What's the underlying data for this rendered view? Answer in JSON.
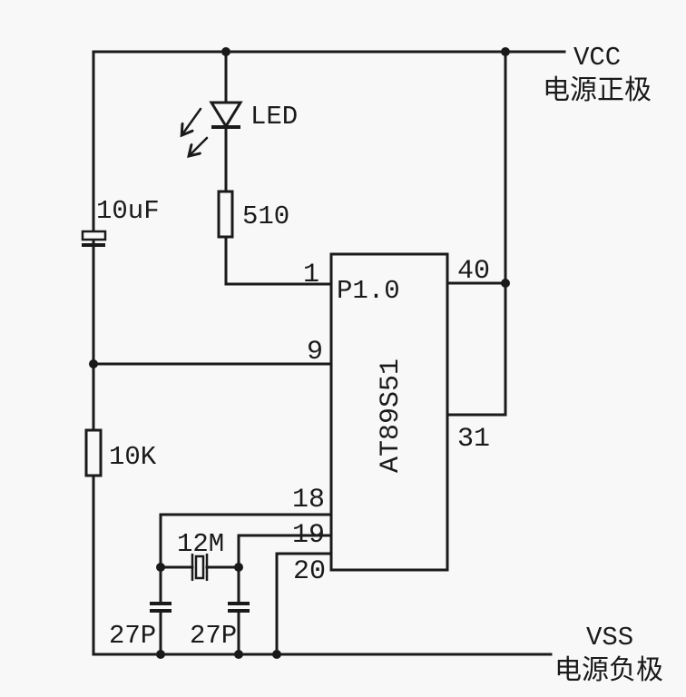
{
  "power_rails": {
    "vcc": {
      "name": "VCC",
      "label_cn": "电源正极"
    },
    "vss": {
      "name": "VSS",
      "label_cn": "电源负极"
    }
  },
  "mcu": {
    "part_number": "AT89S51",
    "port_label": "P1.0",
    "pins": {
      "pin1": "1",
      "pin9": "9",
      "pin18": "18",
      "pin19": "19",
      "pin20": "20",
      "pin31": "31",
      "pin40": "40"
    }
  },
  "components": {
    "led": {
      "label": "LED"
    },
    "led_resistor": {
      "value": "510"
    },
    "reset_capacitor": {
      "value": "10uF"
    },
    "reset_resistor": {
      "value": "10K"
    },
    "crystal": {
      "value": "12M"
    },
    "load_capacitor_left": {
      "value": "27P"
    },
    "load_capacitor_right": {
      "value": "27P"
    }
  },
  "colors": {
    "line": "#1a1a1a",
    "background": "#f8f8f8"
  }
}
